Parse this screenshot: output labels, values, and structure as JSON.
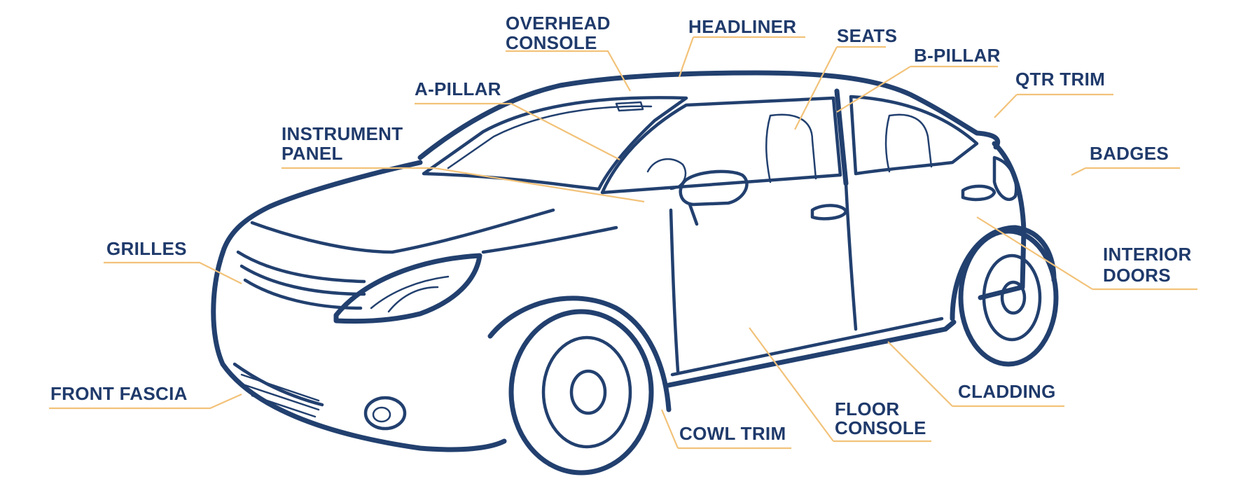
{
  "diagram": {
    "colors": {
      "label": "#1f3a6b",
      "leader_line": "#f2c279",
      "car_outline": "#22406f",
      "background": "#ffffff"
    },
    "labels": {
      "overhead_console": [
        "OVERHEAD",
        "CONSOLE"
      ],
      "headliner": [
        "HEADLINER"
      ],
      "seats": [
        "SEATS"
      ],
      "b_pillar": [
        "B-PILLAR"
      ],
      "qtr_trim": [
        "QTR TRIM"
      ],
      "badges": [
        "BADGES"
      ],
      "a_pillar": [
        "A-PILLAR"
      ],
      "instrument_panel": [
        "INSTRUMENT",
        "PANEL"
      ],
      "grilles": [
        "GRILLES"
      ],
      "interior_doors": [
        "INTERIOR",
        "DOORS"
      ],
      "front_fascia": [
        "FRONT FASCIA"
      ],
      "cowl_trim": [
        "COWL TRIM"
      ],
      "floor_console": [
        "FLOOR",
        "CONSOLE"
      ],
      "cladding": [
        "CLADDING"
      ]
    }
  }
}
